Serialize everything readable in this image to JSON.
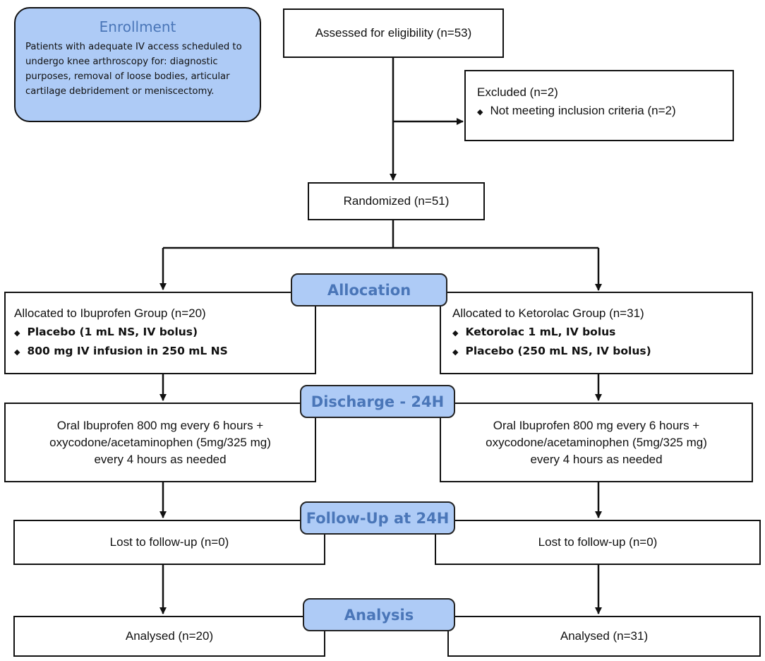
{
  "enrollment": {
    "title": "Enrollment",
    "description": "Patients with adequate IV access scheduled to undergo knee arthroscopy for: diagnostic purposes, removal of loose bodies, articular cartilage debridement or meniscectomy."
  },
  "assessed": "Assessed for eligibility (n=53)",
  "excluded": {
    "title": "Excluded (n=2)",
    "reason": "Not meeting inclusion criteria (n=2)"
  },
  "randomized": "Randomized (n=51)",
  "stages": {
    "allocation": "Allocation",
    "discharge": "Discharge - 24H",
    "followup": "Follow-Up at 24H",
    "analysis": "Analysis"
  },
  "ibuprofen": {
    "allocated": "Allocated to Ibuprofen Group (n=20)",
    "items": [
      "Placebo (1 mL NS, IV bolus)",
      "800 mg IV infusion in 250 mL NS"
    ],
    "discharge": [
      "Oral Ibuprofen 800 mg every 6 hours +",
      "oxycodone/acetaminophen (5mg/325 mg)",
      "every 4 hours as needed"
    ],
    "lost": "Lost to follow-up (n=0)",
    "analysed": "Analysed (n=20)"
  },
  "ketorolac": {
    "allocated": "Allocated to Ketorolac Group (n=31)",
    "items": [
      "Ketorolac 1 mL, IV bolus",
      "Placebo (250 mL NS, IV bolus)"
    ],
    "discharge": [
      "Oral Ibuprofen 800 mg every 6 hours +",
      "oxycodone/acetaminophen (5mg/325 mg)",
      "every 4 hours as needed"
    ],
    "lost": "Lost to follow-up (n=0)",
    "analysed": "Analysed (n=31)"
  }
}
